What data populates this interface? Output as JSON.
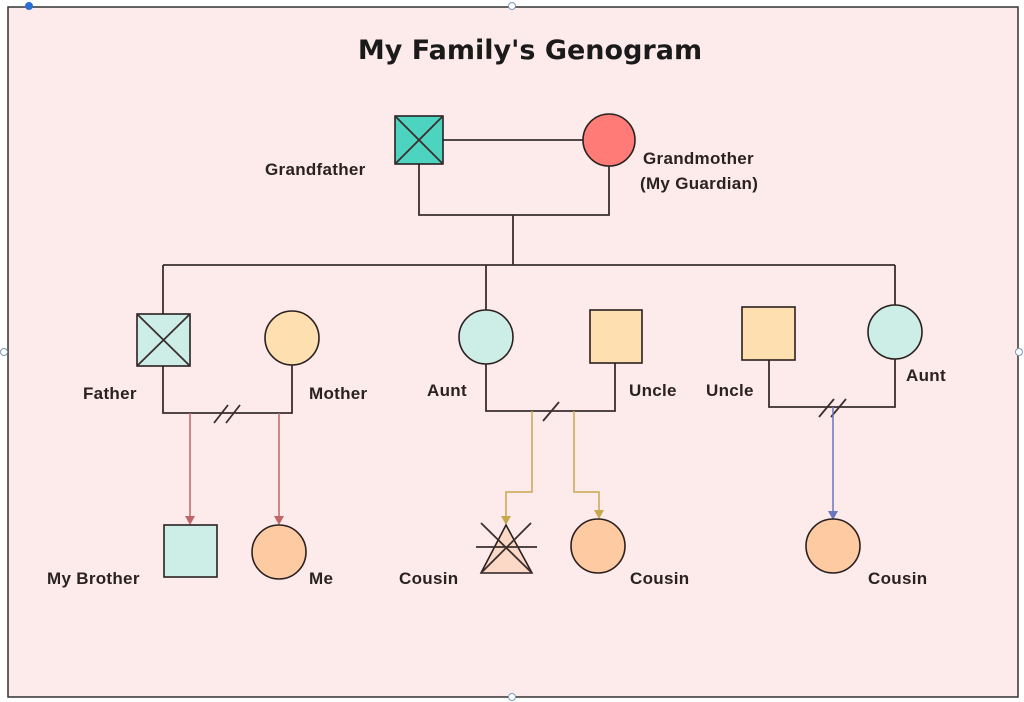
{
  "title": "My Family's Genogram",
  "colors": {
    "background": "#fdeaea",
    "line": "#3a2e2e",
    "grandfather_fill": "#4dd4c0",
    "grandmother_fill": "#ff7b78",
    "mint_fill": "#cdeee6",
    "peach_fill": "#fddfb0",
    "salmon_fill": "#fdcaa2",
    "triangle_fill": "#fbd9c6",
    "arrow_red": "#c0666a",
    "arrow_gold": "#c8a84e",
    "arrow_blue": "#6a76bd"
  },
  "people": {
    "grandfather": {
      "label": "Grandfather",
      "symbol": "square-crossed",
      "gender": "male",
      "status": "deceased"
    },
    "grandmother": {
      "label_line1": "Grandmother",
      "label_line2": "(My Guardian)",
      "symbol": "circle",
      "gender": "female"
    },
    "father": {
      "label": "Father",
      "symbol": "square-crossed",
      "gender": "male",
      "status": "deceased"
    },
    "mother": {
      "label": "Mother",
      "symbol": "circle",
      "gender": "female"
    },
    "aunt_1": {
      "label": "Aunt",
      "symbol": "circle",
      "gender": "female"
    },
    "uncle_1": {
      "label": "Uncle",
      "symbol": "square",
      "gender": "male"
    },
    "uncle_2": {
      "label": "Uncle",
      "symbol": "square",
      "gender": "male"
    },
    "aunt_2": {
      "label": "Aunt",
      "symbol": "circle",
      "gender": "female"
    },
    "brother": {
      "label": "My Brother",
      "symbol": "square",
      "gender": "male"
    },
    "me": {
      "label": "Me",
      "symbol": "circle",
      "gender": "female"
    },
    "cousin_1": {
      "label": "Cousin",
      "symbol": "triangle-crossed",
      "status": "pregnancy-loss"
    },
    "cousin_2": {
      "label": "Cousin",
      "symbol": "circle",
      "gender": "female"
    },
    "cousin_3": {
      "label": "Cousin",
      "symbol": "circle",
      "gender": "female"
    }
  },
  "relationships": [
    {
      "partners": [
        "grandfather",
        "grandmother"
      ],
      "type": "marriage"
    },
    {
      "partners": [
        "father",
        "mother"
      ],
      "type": "divorce"
    },
    {
      "partners": [
        "aunt_1",
        "uncle_1"
      ],
      "type": "separation"
    },
    {
      "partners": [
        "uncle_2",
        "aunt_2"
      ],
      "type": "divorce"
    }
  ]
}
